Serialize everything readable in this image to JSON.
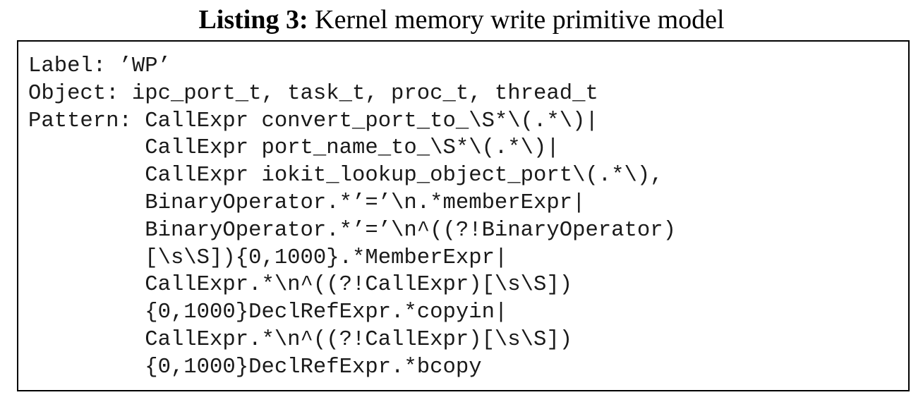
{
  "caption": {
    "label": "Listing 3:",
    "title": "Kernel memory write primitive model"
  },
  "listing": {
    "lines": [
      "Label: ’WP’",
      "Object: ipc_port_t, task_t, proc_t, thread_t",
      "Pattern: CallExpr convert_port_to_\\S*\\(.*\\)|",
      "         CallExpr port_name_to_\\S*\\(.*\\)|",
      "         CallExpr iokit_lookup_object_port\\(.*\\),",
      "         BinaryOperator.*’=’\\n.*memberExpr|",
      "         BinaryOperator.*’=’\\n^((?!BinaryOperator)",
      "         [\\s\\S]){0,1000}.*MemberExpr|",
      "         CallExpr.*\\n^((?!CallExpr)[\\s\\S])",
      "         {0,1000}DeclRefExpr.*copyin|",
      "         CallExpr.*\\n^((?!CallExpr)[\\s\\S])",
      "         {0,1000}DeclRefExpr.*bcopy"
    ]
  }
}
